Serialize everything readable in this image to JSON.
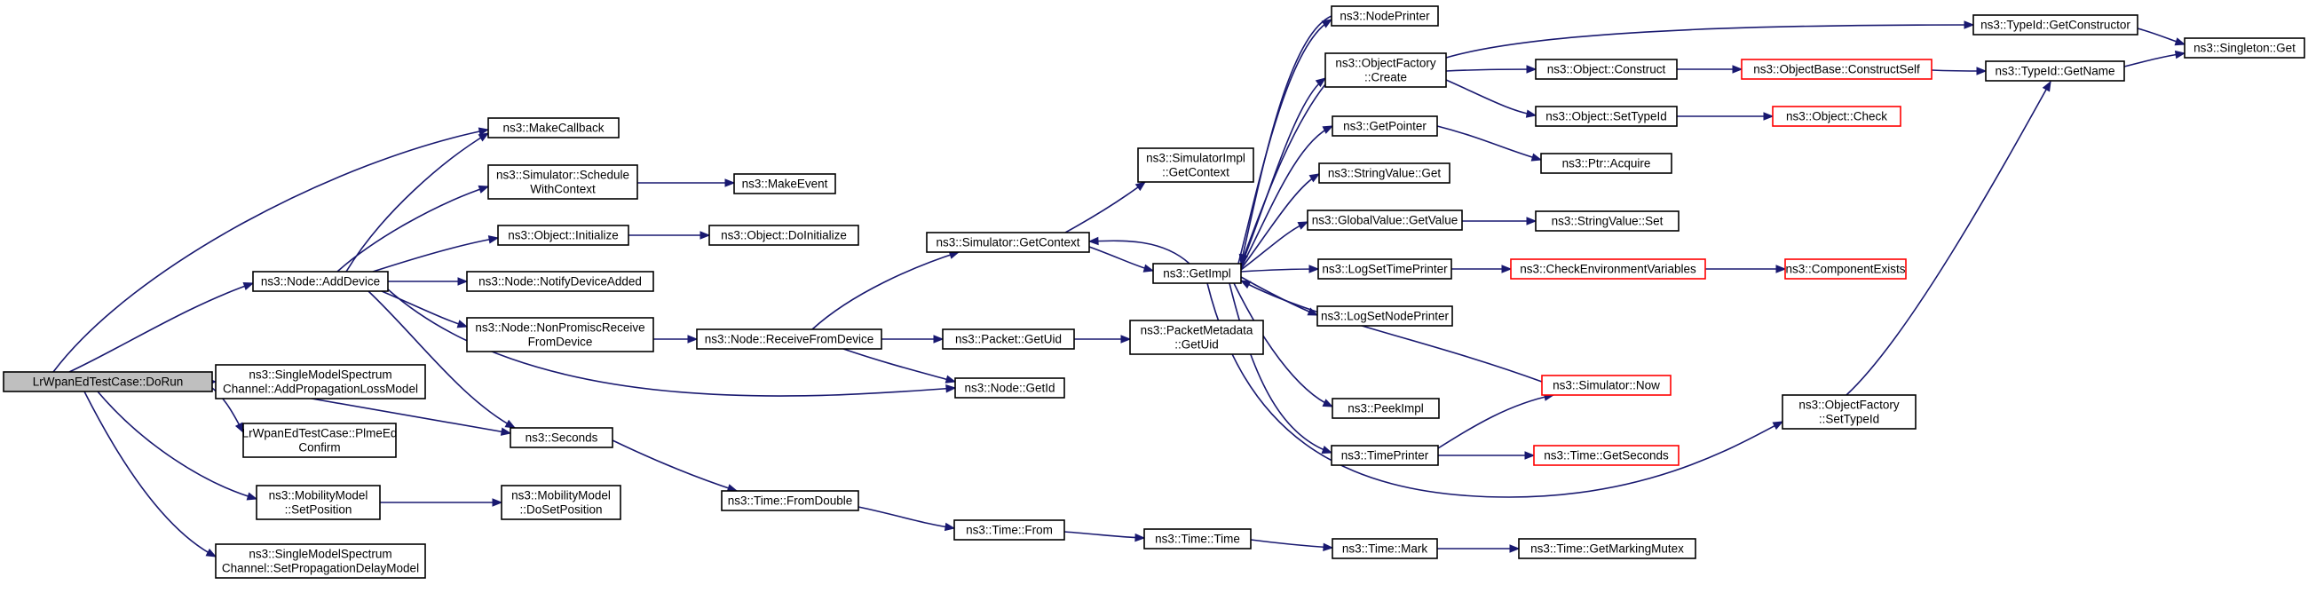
{
  "diagram": {
    "title": "",
    "edge_color": "#191970",
    "truncated_border_color": "#ff0000",
    "root_fill": "#bfbfbf",
    "nodes": [
      {
        "id": "dorun",
        "lines": [
          "LrWpanEdTestCase::DoRun"
        ],
        "root": true
      },
      {
        "id": "adddevice",
        "lines": [
          "ns3::Node::AddDevice"
        ]
      },
      {
        "id": "addprop",
        "lines": [
          "ns3::SingleModelSpectrum",
          "Channel::AddPropagationLossModel"
        ]
      },
      {
        "id": "plmeed",
        "lines": [
          "LrWpanEdTestCase::PlmeEd",
          "Confirm"
        ]
      },
      {
        "id": "setpos",
        "lines": [
          "ns3::MobilityModel",
          "::SetPosition"
        ]
      },
      {
        "id": "setdelay",
        "lines": [
          "ns3::SingleModelSpectrum",
          "Channel::SetPropagationDelayModel"
        ]
      },
      {
        "id": "makecallback",
        "lines": [
          "ns3::MakeCallback"
        ]
      },
      {
        "id": "schedctx",
        "lines": [
          "ns3::Simulator::Schedule",
          "WithContext"
        ]
      },
      {
        "id": "objinit",
        "lines": [
          "ns3::Object::Initialize"
        ]
      },
      {
        "id": "notifydev",
        "lines": [
          "ns3::Node::NotifyDeviceAdded"
        ]
      },
      {
        "id": "nonpromisc",
        "lines": [
          "ns3::Node::NonPromiscReceive",
          "FromDevice"
        ]
      },
      {
        "id": "seconds",
        "lines": [
          "ns3::Seconds"
        ]
      },
      {
        "id": "dosetpos",
        "lines": [
          "ns3::MobilityModel",
          "::DoSetPosition"
        ]
      },
      {
        "id": "makeevent",
        "lines": [
          "ns3::MakeEvent"
        ]
      },
      {
        "id": "doinit",
        "lines": [
          "ns3::Object::DoInitialize"
        ]
      },
      {
        "id": "recvfromdev",
        "lines": [
          "ns3::Node::ReceiveFromDevice"
        ]
      },
      {
        "id": "fromdouble",
        "lines": [
          "ns3::Time::FromDouble"
        ]
      },
      {
        "id": "simgetctx",
        "lines": [
          "ns3::Simulator::GetContext"
        ]
      },
      {
        "id": "pktgetuid",
        "lines": [
          "ns3::Packet::GetUid"
        ]
      },
      {
        "id": "nodegetid",
        "lines": [
          "ns3::Node::GetId"
        ]
      },
      {
        "id": "timefrom",
        "lines": [
          "ns3::Time::From"
        ]
      },
      {
        "id": "implgetctx",
        "lines": [
          "ns3::SimulatorImpl",
          "::GetContext"
        ]
      },
      {
        "id": "getimpl",
        "lines": [
          "ns3::GetImpl"
        ]
      },
      {
        "id": "pmgetuid",
        "lines": [
          "ns3::PacketMetadata",
          "::GetUid"
        ]
      },
      {
        "id": "timetime",
        "lines": [
          "ns3::Time::Time"
        ]
      },
      {
        "id": "nodeprinter",
        "lines": [
          "ns3::NodePrinter"
        ]
      },
      {
        "id": "ofcreate",
        "lines": [
          "ns3::ObjectFactory",
          "::Create"
        ]
      },
      {
        "id": "getpointer",
        "lines": [
          "ns3::GetPointer"
        ]
      },
      {
        "id": "svget",
        "lines": [
          "ns3::StringValue::Get"
        ]
      },
      {
        "id": "gvgetvalue",
        "lines": [
          "ns3::GlobalValue::GetValue"
        ]
      },
      {
        "id": "logtime",
        "lines": [
          "ns3::LogSetTimePrinter"
        ]
      },
      {
        "id": "lognode",
        "lines": [
          "ns3::LogSetNodePrinter"
        ]
      },
      {
        "id": "peekimpl",
        "lines": [
          "ns3::PeekImpl"
        ]
      },
      {
        "id": "timeprinter",
        "lines": [
          "ns3::TimePrinter"
        ]
      },
      {
        "id": "timemark",
        "lines": [
          "ns3::Time::Mark"
        ]
      },
      {
        "id": "objconstruct",
        "lines": [
          "ns3::Object::Construct"
        ]
      },
      {
        "id": "objsettypeid",
        "lines": [
          "ns3::Object::SetTypeId"
        ]
      },
      {
        "id": "ptracquire",
        "lines": [
          "ns3::Ptr::Acquire"
        ]
      },
      {
        "id": "svset",
        "lines": [
          "ns3::StringValue::Set"
        ]
      },
      {
        "id": "checkenv",
        "lines": [
          "ns3::CheckEnvironmentVariables"
        ],
        "truncated": true
      },
      {
        "id": "simnow",
        "lines": [
          "ns3::Simulator::Now"
        ],
        "truncated": true
      },
      {
        "id": "timegetsec",
        "lines": [
          "ns3::Time::GetSeconds"
        ],
        "truncated": true
      },
      {
        "id": "markingmutex",
        "lines": [
          "ns3::Time::GetMarkingMutex"
        ]
      },
      {
        "id": "obconstructself",
        "lines": [
          "ns3::ObjectBase::ConstructSelf"
        ],
        "truncated": true
      },
      {
        "id": "objcheck",
        "lines": [
          "ns3::Object::Check"
        ],
        "truncated": true
      },
      {
        "id": "compexists",
        "lines": [
          "ns3::ComponentExists"
        ],
        "truncated": true
      },
      {
        "id": "ofsettypeid",
        "lines": [
          "ns3::ObjectFactory",
          "::SetTypeId"
        ]
      },
      {
        "id": "tidgetctor",
        "lines": [
          "ns3::TypeId::GetConstructor"
        ]
      },
      {
        "id": "tidgetname",
        "lines": [
          "ns3::TypeId::GetName"
        ]
      },
      {
        "id": "singletonget",
        "lines": [
          "ns3::Singleton::Get"
        ]
      }
    ]
  }
}
